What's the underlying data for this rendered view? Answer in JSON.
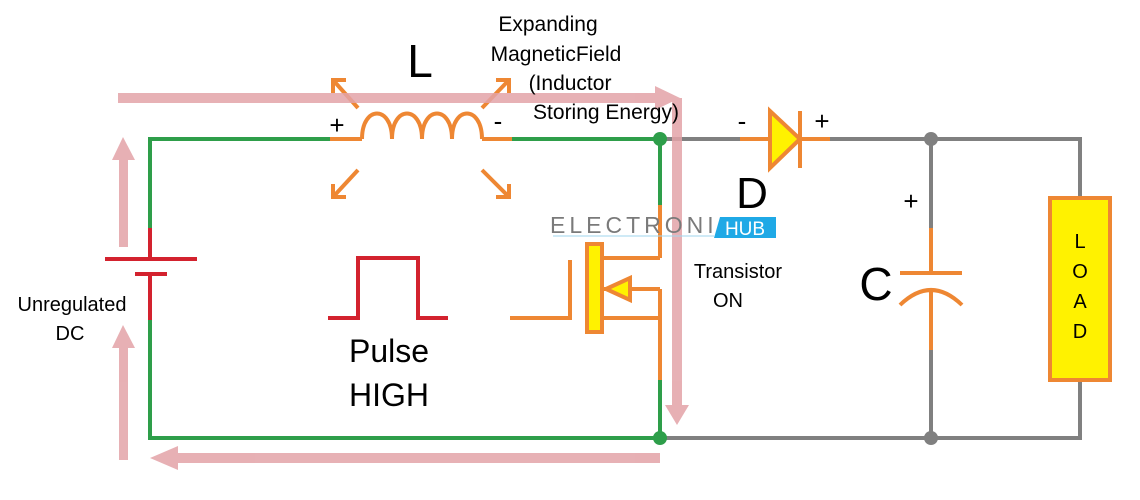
{
  "diagram": {
    "title": "Boost converter - transistor ON state",
    "colors": {
      "wire_green": "#2e9e4a",
      "wire_gray": "#808080",
      "component_orange": "#ee8733",
      "battery_red": "#d3222e",
      "component_fill_yellow": "#fff200",
      "current_arrow": "#e3a3a8",
      "logo_blue": "#1fa9e6",
      "logo_gray": "#7a7a7a"
    },
    "labels": {
      "inductor": "L",
      "inductor_plus": "+",
      "inductor_minus": "-",
      "field_line1": "Expanding",
      "field_line2": "MagneticField",
      "field_line3": "(Inductor",
      "field_line4": "Storing Energy)",
      "diode": "D",
      "diode_minus": "-",
      "diode_plus": "+",
      "capacitor": "C",
      "capacitor_plus": "+",
      "load_letters": [
        "L",
        "O",
        "A",
        "D"
      ],
      "source_line1": "Unregulated",
      "source_line2": "DC",
      "pulse_line1": "Pulse",
      "pulse_line2": "HIGH",
      "transistor_line1": "Transistor",
      "transistor_line2": "ON"
    },
    "logo": {
      "text": "ELECTRONICS",
      "badge": "HUB"
    }
  }
}
